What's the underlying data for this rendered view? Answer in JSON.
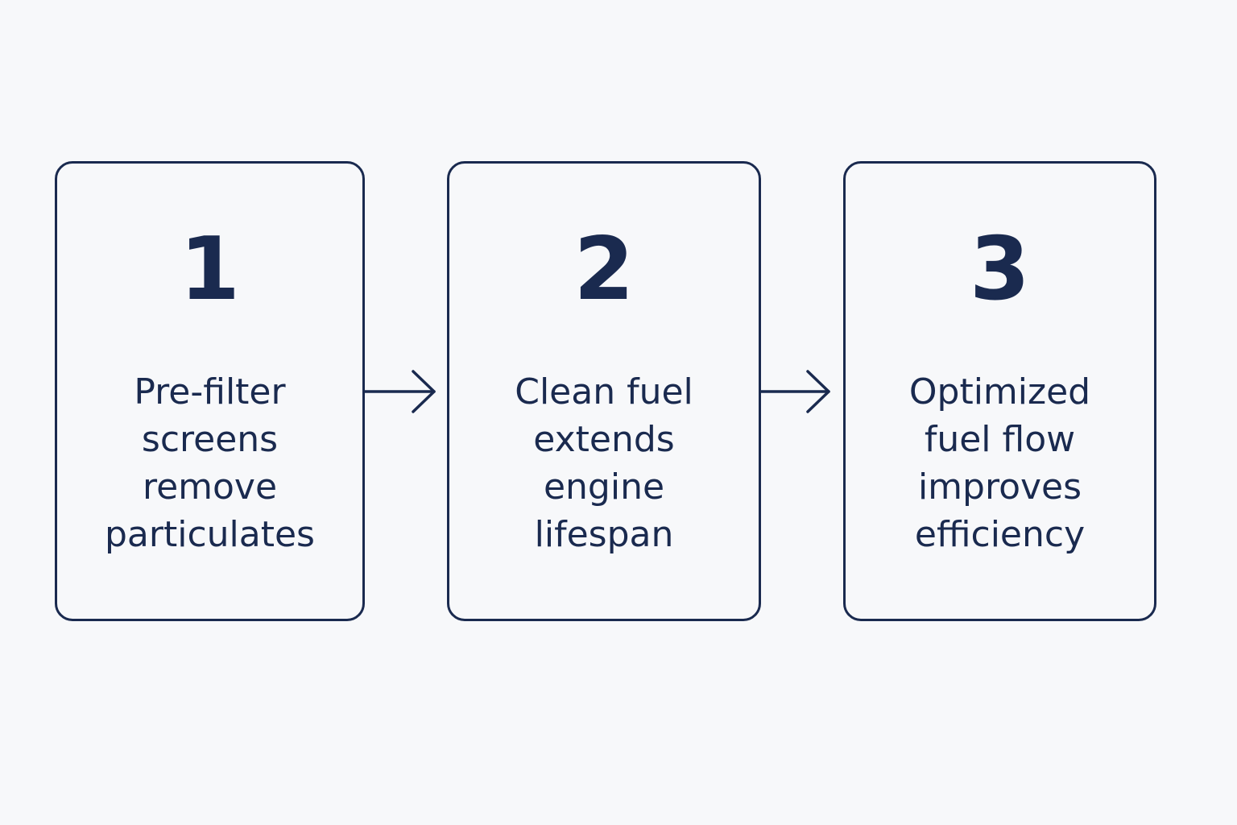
{
  "colors": {
    "background": "#f7f8fa",
    "ink": "#1a2a4f"
  },
  "icons": [
    "arrow-right-icon",
    "arrow-right-icon"
  ],
  "steps": [
    {
      "number": "1",
      "lines": [
        "Pre-filter",
        "screens",
        "remove",
        "particulates"
      ]
    },
    {
      "number": "2",
      "lines": [
        "Clean fuel",
        "extends",
        "engine",
        "lifespan"
      ]
    },
    {
      "number": "3",
      "lines": [
        "Optimized",
        "fuel flow",
        "improves",
        "efficiency"
      ]
    }
  ]
}
